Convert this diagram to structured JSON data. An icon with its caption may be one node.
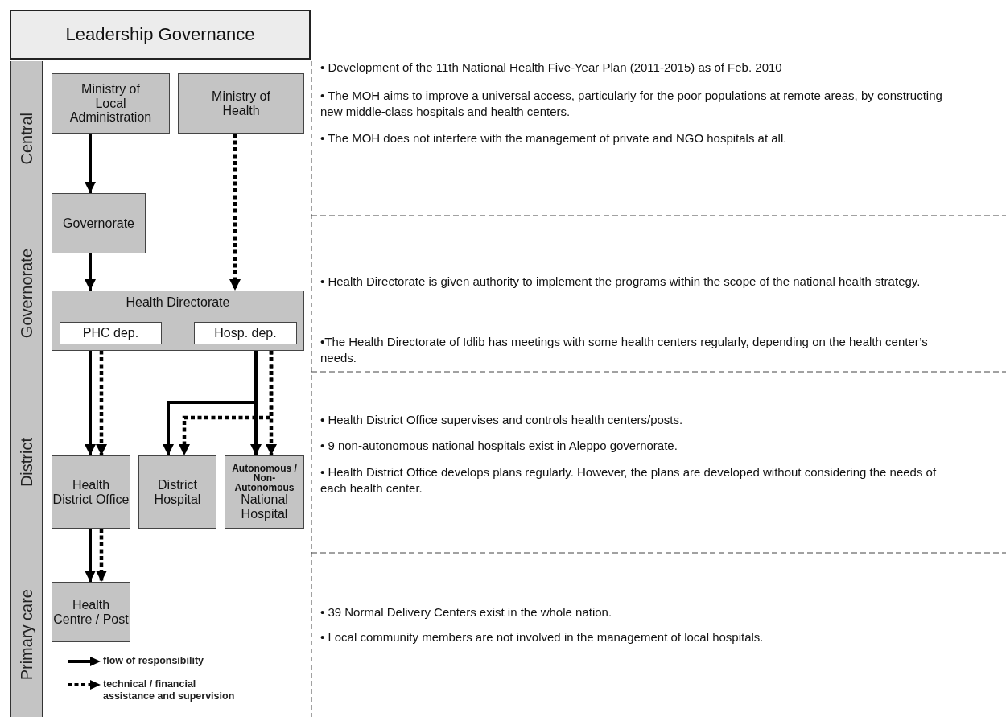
{
  "diagram": {
    "title": "Leadership Governance",
    "nodes": [
      {
        "text": [
          "Central"
        ]
      },
      {
        "text": [
          "Governorate"
        ]
      },
      {
        "text": [
          "District"
        ]
      },
      {
        "text": [
          "Primary care"
        ]
      },
      {
        "text": [
          "Ministry of Local Administration"
        ]
      },
      {
        "text": [
          "Ministry of Health"
        ]
      },
      {
        "text": [
          "Governorate"
        ]
      },
      {
        "text": [
          "Health Directorate"
        ]
      },
      {
        "text": [
          "PHC dep."
        ],
        "in": 7
      },
      {
        "text": [
          "Hosp. dep."
        ],
        "in": 7
      },
      {
        "text": [
          "Health District Office"
        ]
      },
      {
        "text": [
          "District Hospital"
        ]
      },
      {
        "text": [
          "Autonomous / Non- Autonomous",
          "National Hospital"
        ]
      },
      {
        "text": [
          "Health Centre / Post"
        ]
      }
    ],
    "edges": [
      {
        "from": 4,
        "to": 6,
        "arrow": "to"
      },
      {
        "from": 5,
        "to": 7,
        "arrow": "to",
        "style": "dashed"
      },
      {
        "from": 6,
        "to": 7,
        "arrow": "to"
      },
      {
        "from": 8,
        "to": 10,
        "arrow": "to"
      },
      {
        "from": 8,
        "to": 10,
        "arrow": "to",
        "style": "dashed"
      },
      {
        "from": 9,
        "to": 11,
        "arrow": "to"
      },
      {
        "from": 9,
        "to": 12,
        "arrow": "to"
      },
      {
        "from": 9,
        "to": 11,
        "arrow": "to",
        "style": "dashed"
      },
      {
        "from": 9,
        "to": 12,
        "arrow": "to",
        "style": "dashed"
      },
      {
        "from": 10,
        "to": 13,
        "arrow": "to"
      },
      {
        "from": 10,
        "to": 13,
        "arrow": "to",
        "style": "dashed"
      }
    ],
    "labels": [
      "• Development of the 11th National Health Five-Year Plan (2011-2015) as of Feb. 2010",
      "• The MOH aims to improve a universal access, particularly for the poor populations at remote areas, by constructing new middle-class hospitals and health centers.",
      "• The MOH does not interfere with the management of private and NGO hospitals at all.",
      "• Health Directorate is given authority to implement the programs within the scope of the national health strategy.",
      "•The Health Directorate of Idlib has meetings with some health centers regularly, depending on the health center’s needs.",
      "• Health District Office supervises and controls health centers/posts.",
      "• 9 non-autonomous national hospitals exist in Aleppo governorate.",
      "• Health District Office develops plans regularly. However, the plans are developed without considering the needs of each health center.",
      "• 39 Normal Delivery Centers exist in the whole nation.",
      "• Local community members are not involved in the management of local hospitals."
    ],
    "legend": [
      {
        "text": "flow of responsibility"
      },
      {
        "text": "technical / financial assistance and supervision"
      }
    ]
  }
}
